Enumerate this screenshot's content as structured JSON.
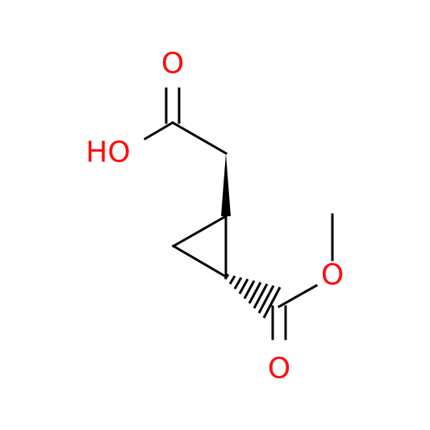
{
  "atoms": {
    "hydroxyl": "HO",
    "acid_carbonyl_oxygen": "O",
    "ester_oxygen": "O",
    "ester_carbonyl_oxygen": "O"
  },
  "colors": {
    "oxygen": "#ff0d0d",
    "bond": "#000000",
    "background": "#ffffff"
  }
}
